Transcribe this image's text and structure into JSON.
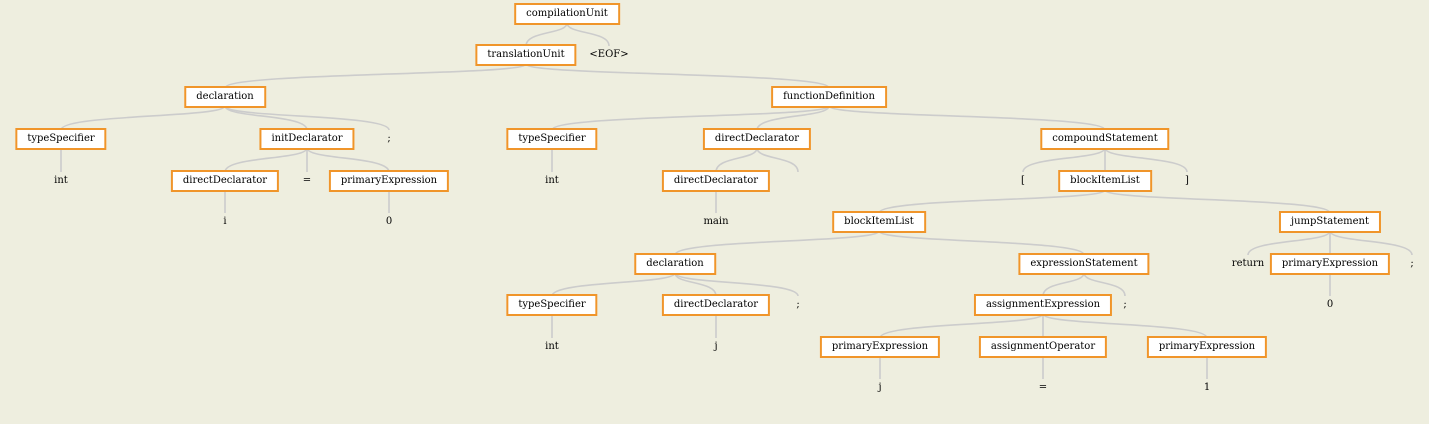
{
  "colors": {
    "background": "#eeeedf",
    "rule_border": "#f0952a",
    "rule_fill": "#ffffff",
    "edge": "#cccccc"
  },
  "nodes": [
    {
      "id": "n1",
      "label": "compilationUnit",
      "kind": "rule"
    },
    {
      "id": "n2",
      "label": "translationUnit",
      "kind": "rule",
      "parent": "n1"
    },
    {
      "id": "n3",
      "label": "<EOF>",
      "kind": "token",
      "parent": "n1"
    },
    {
      "id": "n4",
      "label": "declaration",
      "kind": "rule",
      "parent": "n2"
    },
    {
      "id": "n5",
      "label": "functionDefinition",
      "kind": "rule",
      "parent": "n2"
    },
    {
      "id": "n6",
      "label": "typeSpecifier",
      "kind": "rule",
      "parent": "n4"
    },
    {
      "id": "n7",
      "label": "initDeclarator",
      "kind": "rule",
      "parent": "n4"
    },
    {
      "id": "n8",
      "label": ";",
      "kind": "token",
      "parent": "n4"
    },
    {
      "id": "n9",
      "label": "int",
      "kind": "token",
      "parent": "n6"
    },
    {
      "id": "n10",
      "label": "directDeclarator",
      "kind": "rule",
      "parent": "n7"
    },
    {
      "id": "n11",
      "label": "=",
      "kind": "token",
      "parent": "n7"
    },
    {
      "id": "n12",
      "label": "primaryExpression",
      "kind": "rule",
      "parent": "n7"
    },
    {
      "id": "n13",
      "label": "i",
      "kind": "token",
      "parent": "n10"
    },
    {
      "id": "n14",
      "label": "0",
      "kind": "token",
      "parent": "n12"
    },
    {
      "id": "n15",
      "label": "typeSpecifier",
      "kind": "rule",
      "parent": "n5"
    },
    {
      "id": "n16",
      "label": "directDeclarator",
      "kind": "rule",
      "parent": "n5"
    },
    {
      "id": "n17",
      "label": "compoundStatement",
      "kind": "rule",
      "parent": "n5"
    },
    {
      "id": "n18",
      "label": "int",
      "kind": "token",
      "parent": "n15"
    },
    {
      "id": "n19",
      "label": "directDeclarator",
      "kind": "rule",
      "parent": "n16"
    },
    {
      "id": "n20",
      "label": "",
      "kind": "token",
      "parent": "n16"
    },
    {
      "id": "n21",
      "label": "main",
      "kind": "token",
      "parent": "n19"
    },
    {
      "id": "n22",
      "label": "[",
      "kind": "token",
      "parent": "n17"
    },
    {
      "id": "n23",
      "label": "blockItemList",
      "kind": "rule",
      "parent": "n17"
    },
    {
      "id": "n24",
      "label": "]",
      "kind": "token",
      "parent": "n17"
    },
    {
      "id": "n25",
      "label": "blockItemList",
      "kind": "rule",
      "parent": "n23"
    },
    {
      "id": "n26",
      "label": "jumpStatement",
      "kind": "rule",
      "parent": "n23"
    },
    {
      "id": "n27",
      "label": "declaration",
      "kind": "rule",
      "parent": "n25"
    },
    {
      "id": "n28",
      "label": "expressionStatement",
      "kind": "rule",
      "parent": "n25"
    },
    {
      "id": "n29",
      "label": "return",
      "kind": "token",
      "parent": "n26"
    },
    {
      "id": "n30",
      "label": "primaryExpression",
      "kind": "rule",
      "parent": "n26"
    },
    {
      "id": "n31",
      "label": ";",
      "kind": "token",
      "parent": "n26"
    },
    {
      "id": "n32",
      "label": "0",
      "kind": "token",
      "parent": "n30"
    },
    {
      "id": "n33",
      "label": "typeSpecifier",
      "kind": "rule",
      "parent": "n27"
    },
    {
      "id": "n34",
      "label": "directDeclarator",
      "kind": "rule",
      "parent": "n27"
    },
    {
      "id": "n35",
      "label": ";",
      "kind": "token",
      "parent": "n27"
    },
    {
      "id": "n36",
      "label": "int",
      "kind": "token",
      "parent": "n33"
    },
    {
      "id": "n37",
      "label": "j",
      "kind": "token",
      "parent": "n34"
    },
    {
      "id": "n38",
      "label": "assignmentExpression",
      "kind": "rule",
      "parent": "n28"
    },
    {
      "id": "n39",
      "label": ";",
      "kind": "token",
      "parent": "n28"
    },
    {
      "id": "n40",
      "label": "primaryExpression",
      "kind": "rule",
      "parent": "n38"
    },
    {
      "id": "n41",
      "label": "assignmentOperator",
      "kind": "rule",
      "parent": "n38"
    },
    {
      "id": "n42",
      "label": "primaryExpression",
      "kind": "rule",
      "parent": "n38"
    },
    {
      "id": "n43",
      "label": "j",
      "kind": "token",
      "parent": "n40"
    },
    {
      "id": "n44",
      "label": "=",
      "kind": "token",
      "parent": "n41"
    },
    {
      "id": "n45",
      "label": "1",
      "kind": "token",
      "parent": "n42"
    }
  ]
}
